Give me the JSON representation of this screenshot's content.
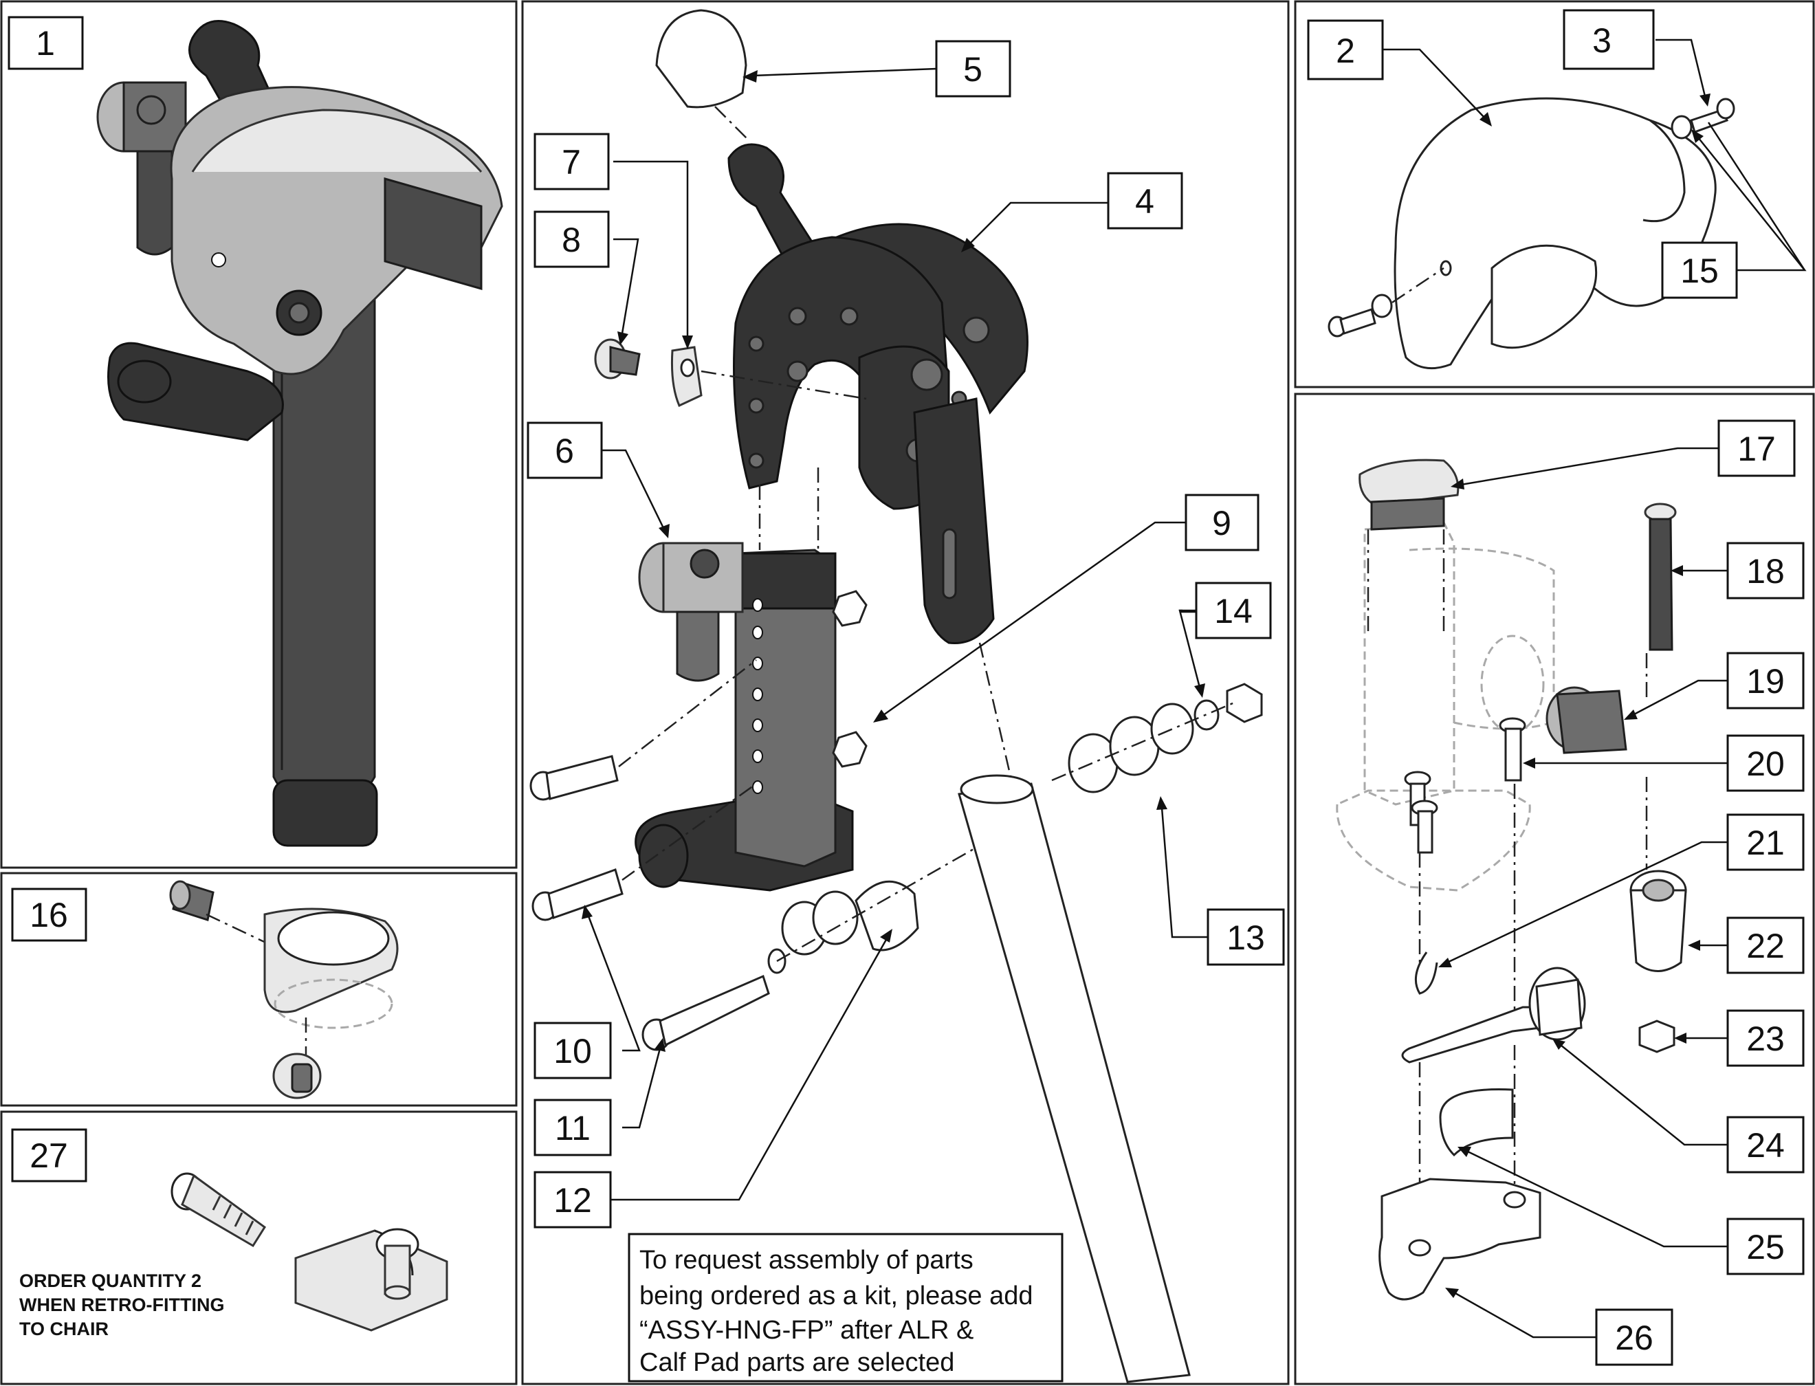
{
  "callouts": {
    "c1": "1",
    "c2": "2",
    "c3": "3",
    "c4": "4",
    "c5": "5",
    "c6": "6",
    "c7": "7",
    "c8": "8",
    "c9": "9",
    "c10": "10",
    "c11": "11",
    "c12": "12",
    "c13": "13",
    "c14": "14",
    "c15": "15",
    "c16": "16",
    "c17": "17",
    "c18": "18",
    "c19": "19",
    "c20": "20",
    "c21": "21",
    "c22": "22",
    "c23": "23",
    "c24": "24",
    "c25": "25",
    "c26": "26",
    "c27": "27"
  },
  "order_note": {
    "line1": "ORDER QUANTITY 2",
    "line2": "WHEN RETRO-FITTING",
    "line3": "TO CHAIR"
  },
  "assembly_note": {
    "line1": "To request assembly of parts",
    "line2": "being ordered as a kit, please add",
    "line3": "“ASSY-HNG-FP” after ALR &",
    "line4": "Calf Pad parts are selected"
  }
}
